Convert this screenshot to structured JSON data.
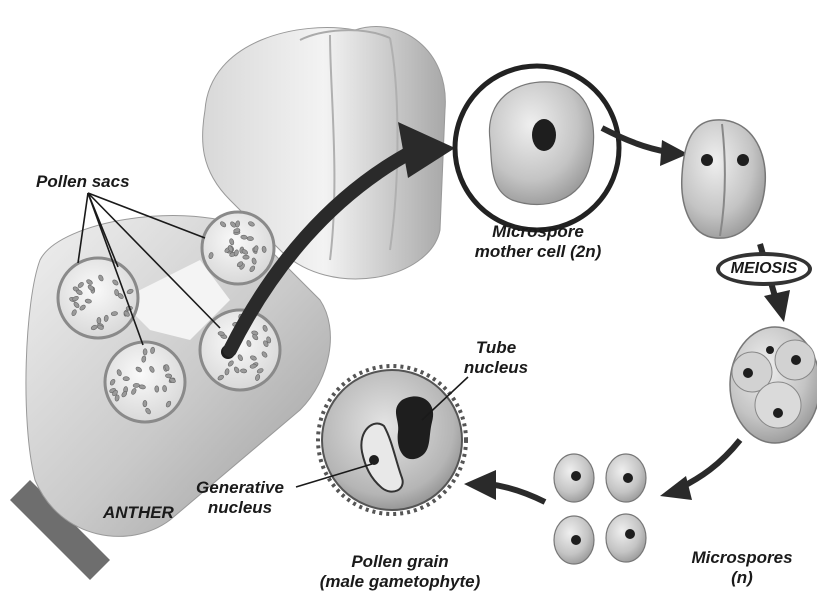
{
  "labels": {
    "pollen_sacs": "Pollen sacs",
    "anther": "ANTHER",
    "microspore_mother_cell_line1": "Microspore",
    "microspore_mother_cell_line2": "mother cell (2n)",
    "meiosis": "MEIOSIS",
    "tube_nucleus_line1": "Tube",
    "tube_nucleus_line2": "nucleus",
    "generative_nucleus_line1": "Generative",
    "generative_nucleus_line2": "nucleus",
    "pollen_grain_line1": "Pollen grain",
    "pollen_grain_line2": "(male gametophyte)",
    "microspores_line1": "Microspores",
    "microspores_line2": "(n)"
  },
  "colors": {
    "ink": "#1a1a1a",
    "anther_light": "#e6e6e6",
    "anther_mid": "#bdbdbd",
    "anther_dark": "#8a8a8a",
    "cell_light": "#d9d9d9",
    "cell_dark": "#9a9a9a",
    "nucleus": "#1e1e1e",
    "arrow": "#3a3a3a"
  }
}
